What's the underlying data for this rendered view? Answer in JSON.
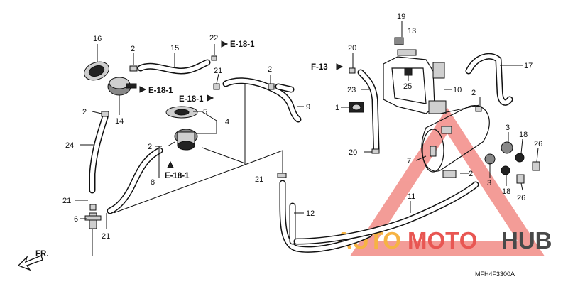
{
  "callouts": {
    "p1": "1",
    "p2": "2",
    "p3": "3",
    "p4": "4",
    "p5": "5",
    "p6": "6",
    "p7": "7",
    "p8": "8",
    "p9": "9",
    "p10": "10",
    "p11": "11",
    "p12": "12",
    "p13": "13",
    "p14": "14",
    "p15": "15",
    "p16": "16",
    "p17": "17",
    "p18": "18",
    "p19": "19",
    "p20": "20",
    "p21": "21",
    "p22": "22",
    "p23": "23",
    "p24": "24",
    "p25": "25",
    "p26": "26"
  },
  "refs": {
    "e181": "E-18-1",
    "f13": "F-13"
  },
  "front_label": "FR.",
  "diagram_code": "MFH4F3300A",
  "watermark": {
    "part1": "AUTO",
    "part2": "MOTO",
    "part3": "HUB",
    "color_red": "#e53935",
    "color_orange": "#f5a623",
    "color_dark": "#2a2a2a"
  }
}
